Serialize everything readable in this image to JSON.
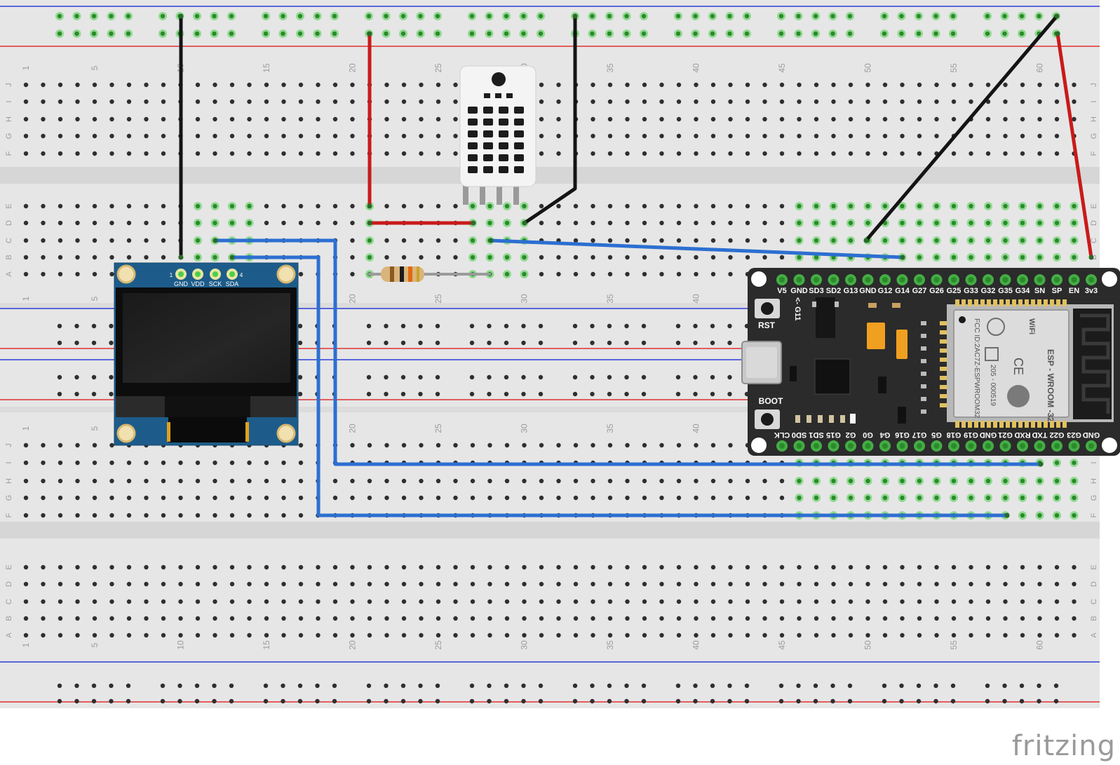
{
  "watermark": "fritzing",
  "breadboard": {
    "row_letters_top": [
      "J",
      "I",
      "H",
      "G",
      "F"
    ],
    "row_letters_bottom": [
      "E",
      "D",
      "C",
      "B",
      "A"
    ],
    "column_numbers": [
      "1",
      "5",
      "10",
      "15",
      "20",
      "25",
      "30",
      "35",
      "40",
      "45",
      "50",
      "55",
      "60"
    ]
  },
  "oled": {
    "pin_labels": [
      "GND",
      "VDD",
      "SCK",
      "SDA"
    ],
    "pin_index_first": "1",
    "pin_index_last": "4"
  },
  "esp32": {
    "top_pins": [
      "V5",
      "GND",
      "SD3",
      "SD2",
      "G13",
      "GND",
      "G12",
      "G14",
      "G27",
      "G26",
      "G25",
      "G33",
      "G32",
      "G35",
      "G34",
      "SN",
      "SP",
      "EN",
      "3v3"
    ],
    "bottom_pins": [
      "CLK",
      "SD0",
      "SD1",
      "G15",
      "G2",
      "G0",
      "G4",
      "G16",
      "G17",
      "G5",
      "G18",
      "G19",
      "GND",
      "G21",
      "RXD",
      "TXD",
      "G22",
      "G23",
      "GND"
    ],
    "rst_label": "RST",
    "boot_label": "BOOT",
    "g11_label": "<- G11",
    "module_label": "ESP - WROOM -32",
    "fcc_label": "FCC ID:2AC7Z-ESPWROOM32",
    "cert_label": "205 - 000519",
    "wifi_label": "WiFi",
    "ce_label": "CE"
  },
  "colors": {
    "board": "#e6e6e6",
    "hole": "#2f2f2f",
    "hole_connected": "#4cce4c",
    "rail_red": "#e03030",
    "rail_blue": "#2c3fd8",
    "wire_black": "#141414",
    "wire_red": "#c91a1a",
    "wire_blue": "#2c6fd1",
    "esp_board": "#2b2b2b",
    "oled_board": "#1d5c8a"
  }
}
